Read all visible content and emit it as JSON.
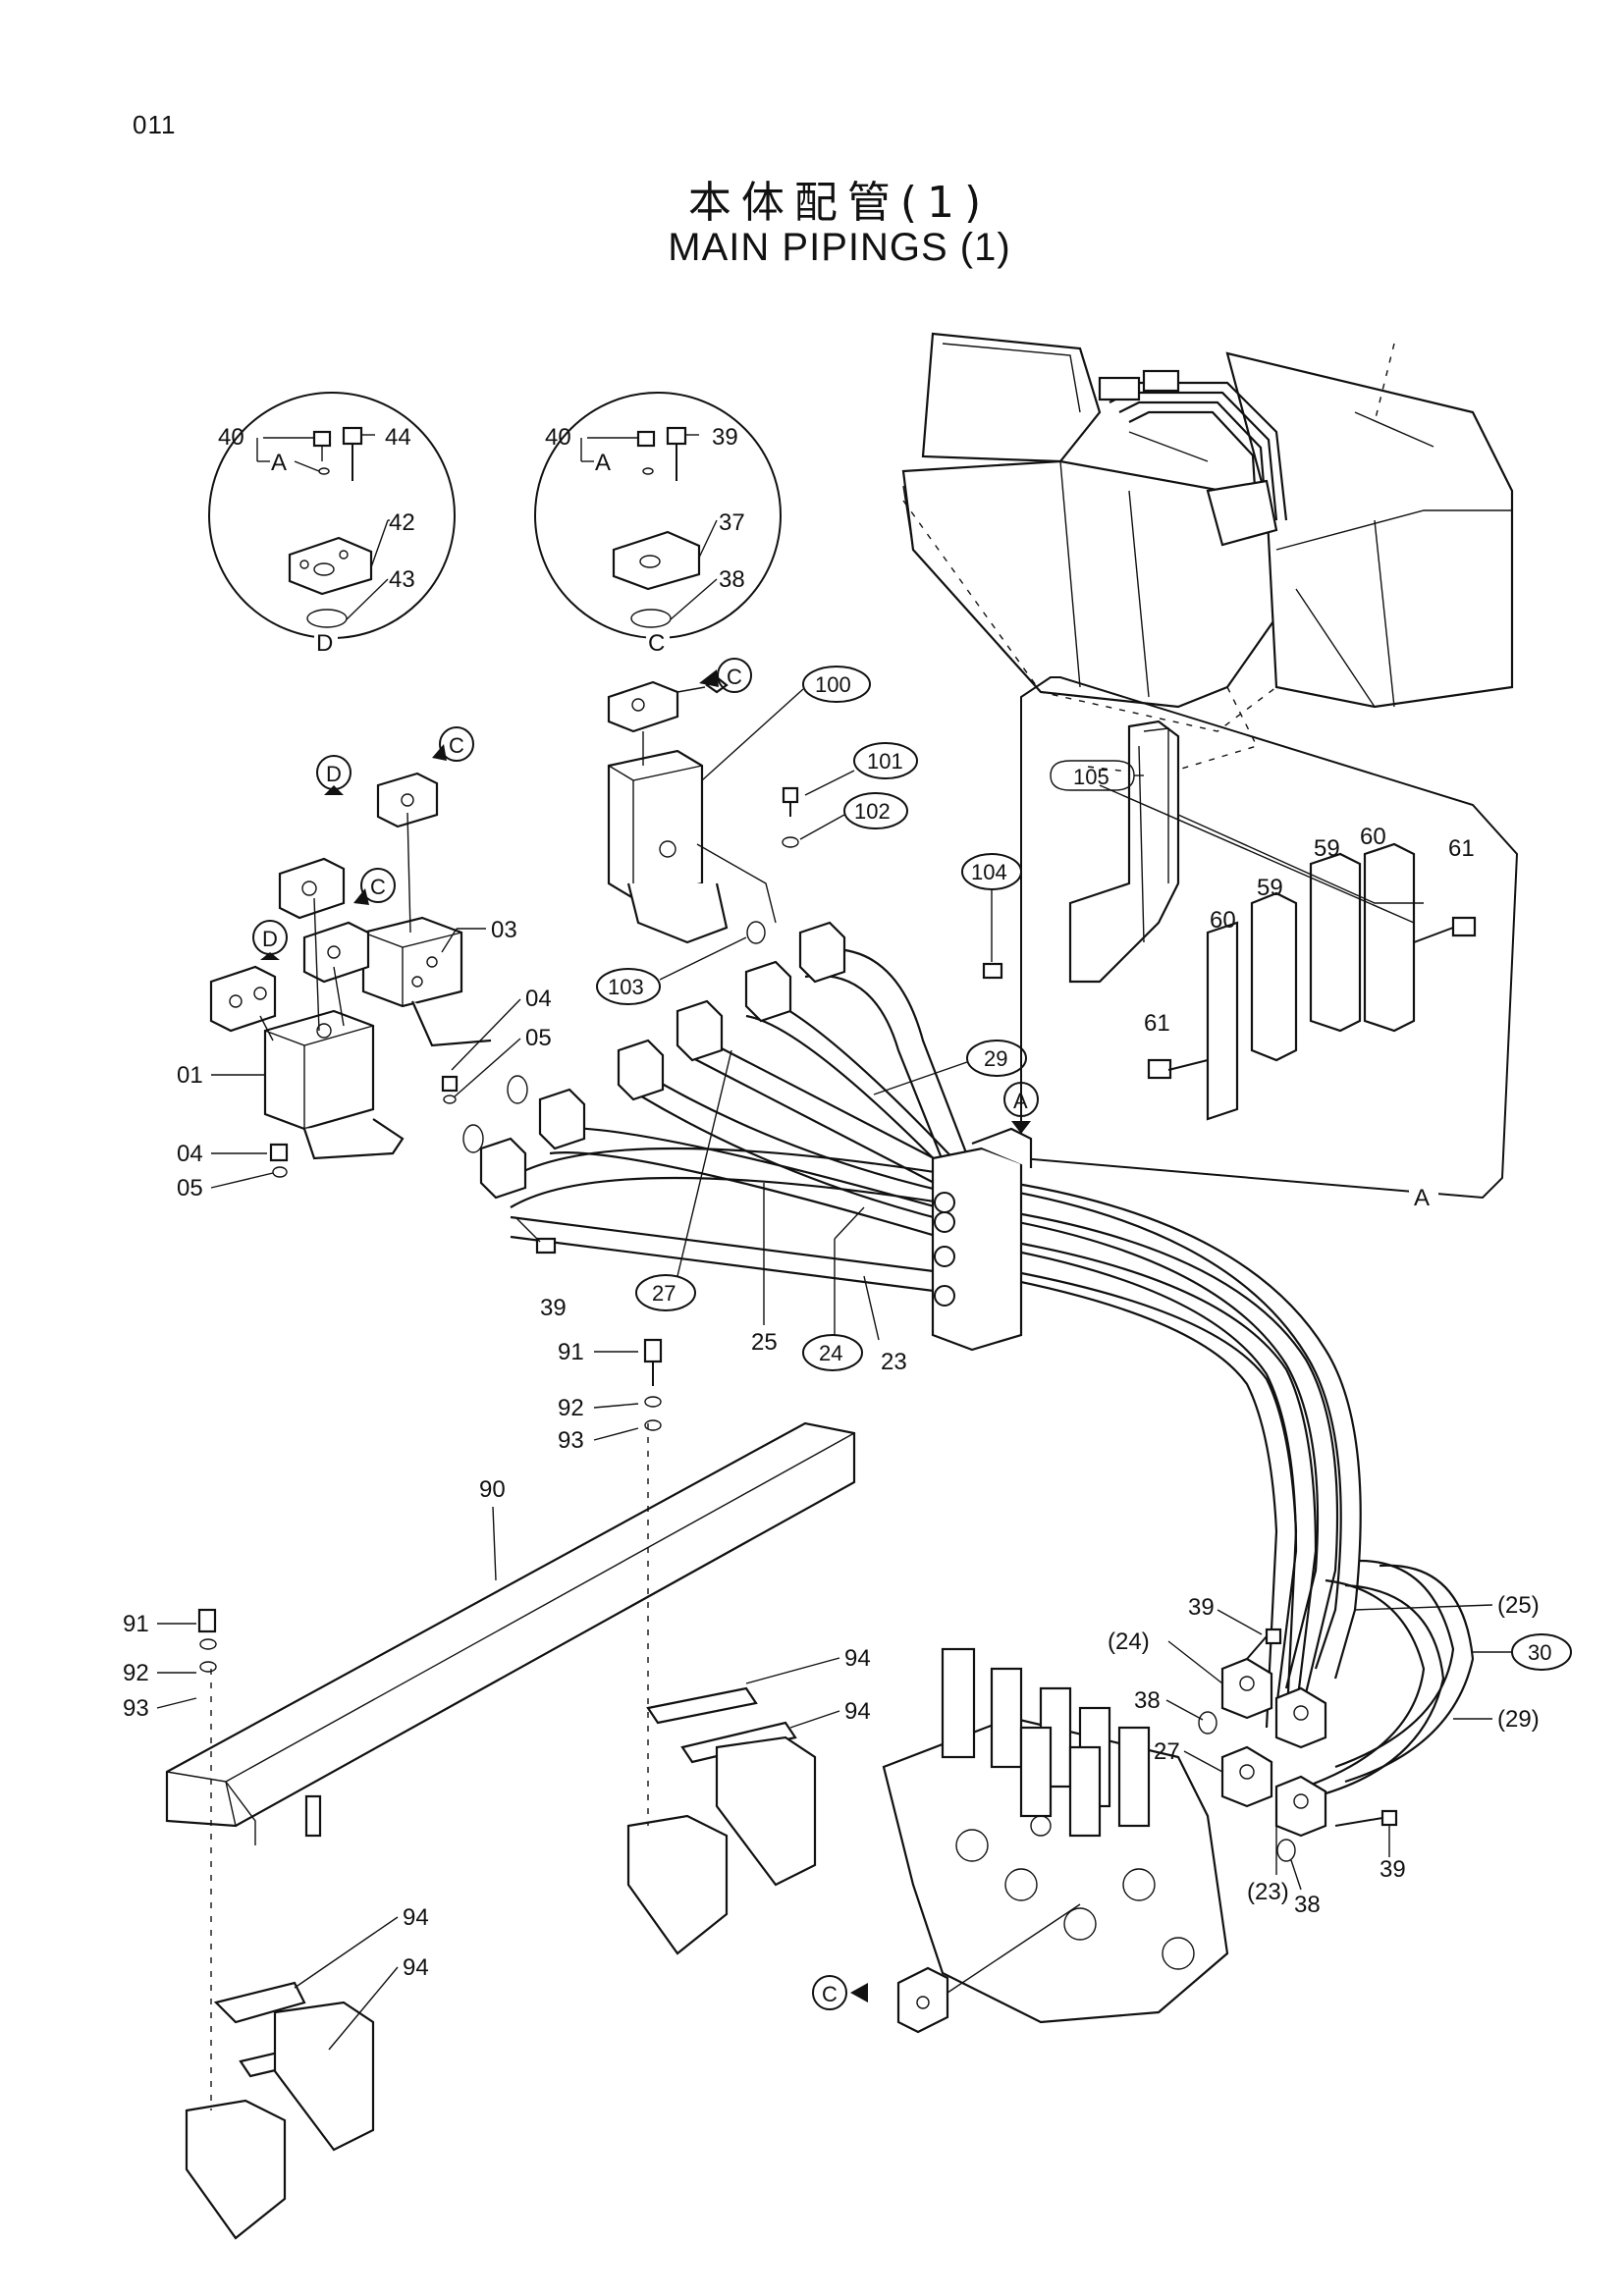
{
  "page": {
    "number": "011",
    "title_jp": "本体配管(1)",
    "title_en": "MAIN PIPINGS (1)"
  },
  "detail_views": {
    "D": {
      "label": "D",
      "parts": [
        "40",
        "44",
        "A",
        "42",
        "43"
      ]
    },
    "C": {
      "label": "C",
      "parts": [
        "40",
        "39",
        "A",
        "37",
        "38"
      ]
    },
    "A": {
      "label": "A",
      "parts": [
        "105",
        "59",
        "60",
        "61",
        "60",
        "59",
        "61"
      ]
    }
  },
  "view_markers": [
    "C",
    "D",
    "C",
    "D",
    "C",
    "A",
    "C"
  ],
  "callouts": {
    "c100": "100",
    "c101": "101",
    "c102": "102",
    "c103": "103",
    "c104": "104",
    "c27": "27",
    "c24": "24",
    "c29": "29",
    "c30": "30",
    "c105": "105"
  },
  "labels": {
    "l01": "01",
    "l03": "03",
    "l04a": "04",
    "l05a": "05",
    "l04b": "04",
    "l05b": "05",
    "l39a": "39",
    "l25": "25",
    "l23": "23",
    "l91a": "91",
    "l92a": "92",
    "l93a": "93",
    "l90": "90",
    "l91b": "91",
    "l92b": "92",
    "l93b": "93",
    "l94a": "94",
    "l94b": "94",
    "l94c": "94",
    "l94d": "94",
    "l39b": "39",
    "l24p": "(24)",
    "l38a": "38",
    "l27": "27",
    "l25p": "(25)",
    "l29p": "(29)",
    "l39c": "39",
    "l23p": "(23)",
    "l38b": "38"
  }
}
